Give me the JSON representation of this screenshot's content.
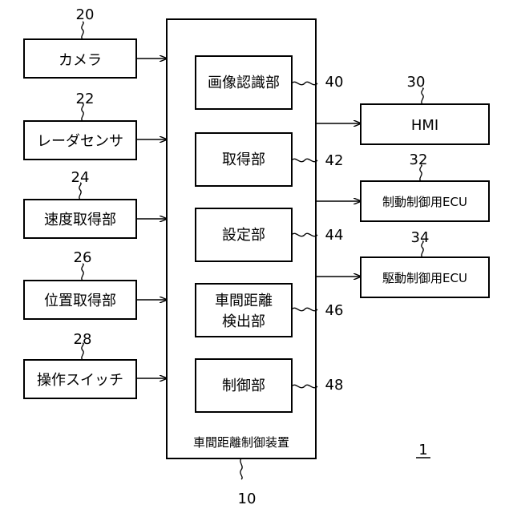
{
  "device": {
    "id": "10",
    "caption": "車間距離制御装置"
  },
  "figure_label": "1",
  "inputs": [
    {
      "id": "20",
      "label": "カメラ"
    },
    {
      "id": "22",
      "label": "レーダセンサ"
    },
    {
      "id": "24",
      "label": "速度取得部"
    },
    {
      "id": "26",
      "label": "位置取得部"
    },
    {
      "id": "28",
      "label": "操作スイッチ"
    }
  ],
  "modules": [
    {
      "id": "40",
      "lines": [
        "画像認識部"
      ]
    },
    {
      "id": "42",
      "lines": [
        "取得部"
      ]
    },
    {
      "id": "44",
      "lines": [
        "設定部"
      ]
    },
    {
      "id": "46",
      "lines": [
        "車間距離",
        "検出部"
      ]
    },
    {
      "id": "48",
      "lines": [
        "制御部"
      ]
    }
  ],
  "outputs": [
    {
      "id": "30",
      "label": "HMI"
    },
    {
      "id": "32",
      "label": "制動制御用ECU"
    },
    {
      "id": "34",
      "label": "駆動制御用ECU"
    }
  ]
}
